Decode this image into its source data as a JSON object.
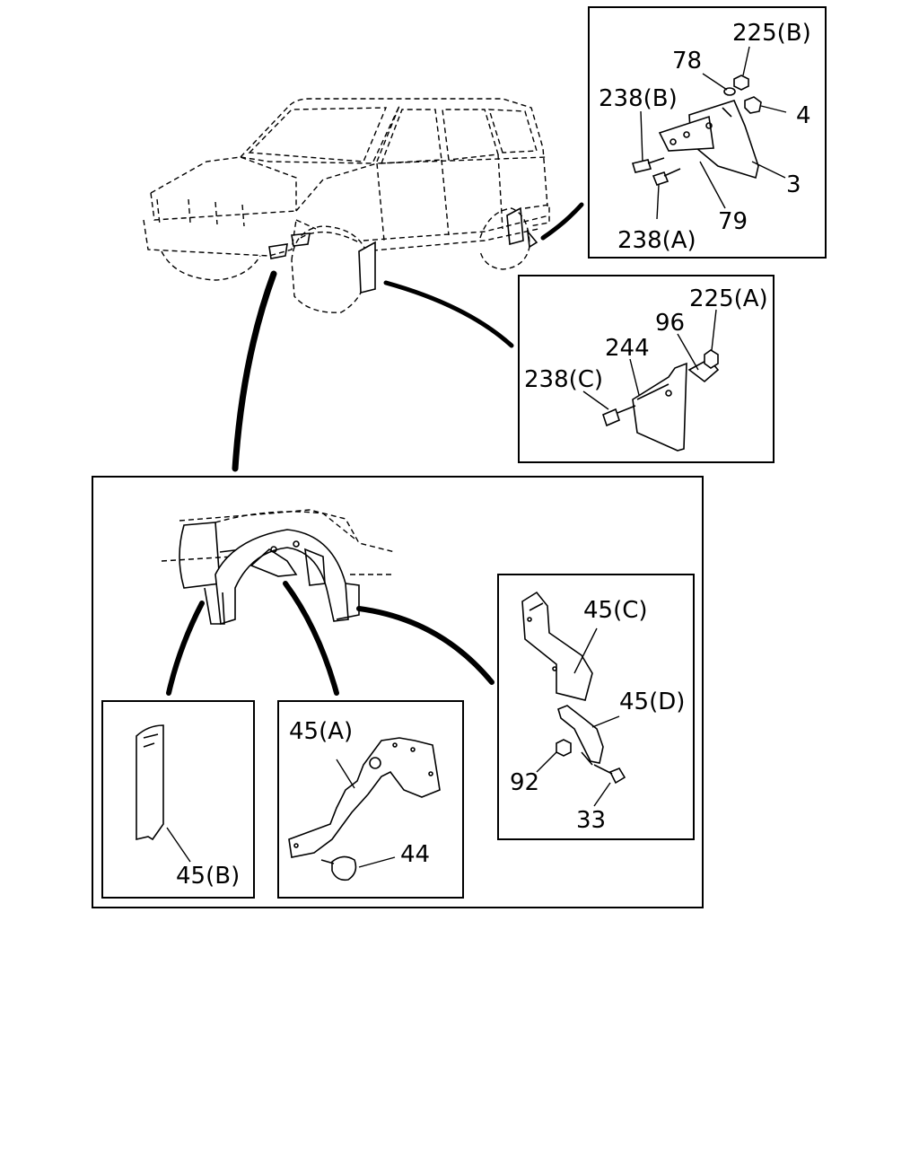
{
  "callouts": {
    "c225B": "225(B)",
    "c78": "78",
    "c238B": "238(B)",
    "c4": "4",
    "c3": "3",
    "c79": "79",
    "c238A": "238(A)",
    "c225A": "225(A)",
    "c96": "96",
    "c244": "244",
    "c238C": "238(C)",
    "c45C": "45(C)",
    "c45D": "45(D)",
    "c92": "92",
    "c33": "33",
    "c45A": "45(A)",
    "c44": "44",
    "c45B": "45(B)"
  }
}
